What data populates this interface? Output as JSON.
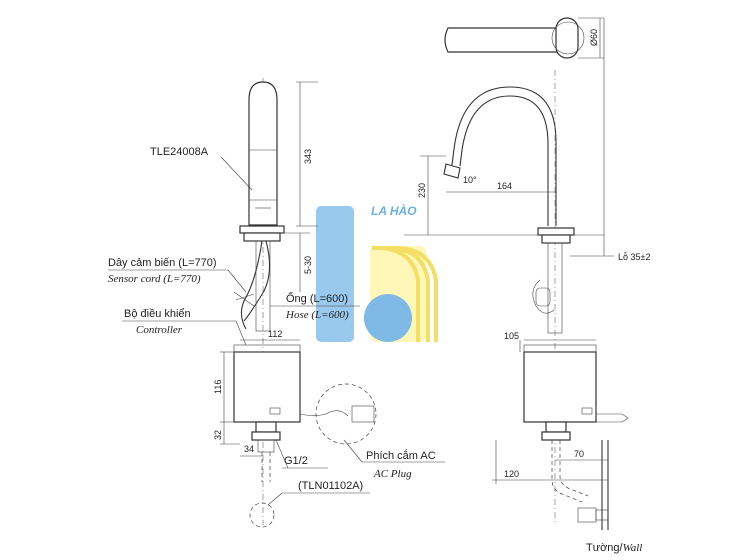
{
  "logo": {
    "text": "LA HÀO"
  },
  "left_view": {
    "model": "TLE24008A",
    "sensor_cord_vi": "Dây cảm biến (L=770)",
    "sensor_cord_en": "Sensor cord (L=770)",
    "hose_vi": "Ống (L=600)",
    "hose_en": "Hose (L=600)",
    "controller_vi": "Bộ điều khiển",
    "controller_en": "Controller",
    "ac_plug_vi": "Phích cắm AC",
    "ac_plug_en": "AC Plug",
    "thread": "G1/2",
    "valve_model": "(TLN01102A)",
    "dims": {
      "d343": "343",
      "d530": "5-30",
      "d112": "112",
      "d116": "116",
      "d32": "32",
      "d34": "34"
    }
  },
  "right_view": {
    "dims": {
      "d60": "Ø60",
      "d230": "230",
      "d164": "164",
      "angle": "10°",
      "hole": "Lỗ 35±2",
      "d105": "105",
      "d70": "70",
      "d120": "120"
    },
    "wall_vi": "Tường/",
    "wall_en": "Wall"
  }
}
